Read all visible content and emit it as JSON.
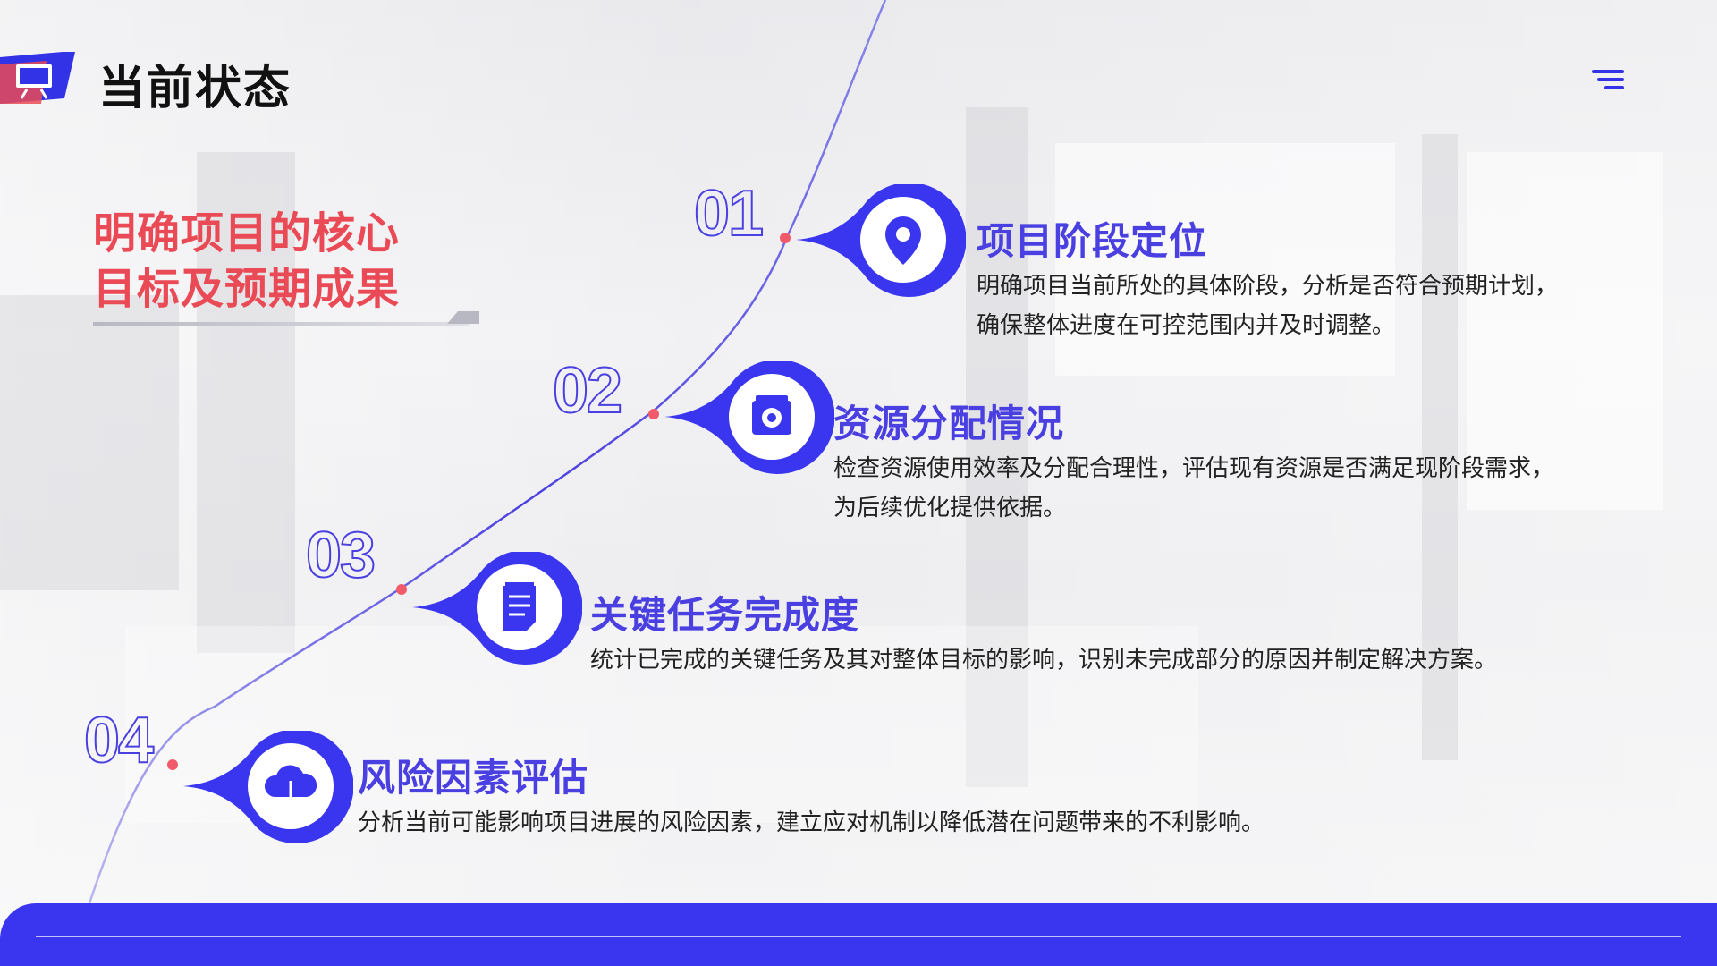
{
  "header": {
    "title": "当前状态"
  },
  "headline": {
    "line1": "明确项目的核心",
    "line2": "目标及预期成果"
  },
  "items": [
    {
      "number": "01",
      "title": "项目阶段定位",
      "desc_line1": "明确项目当前所处的具体阶段，分析是否符合预期计划，",
      "desc_line2": "确保整体进度在可控范围内并及时调整。",
      "icon": "location-pin-icon"
    },
    {
      "number": "02",
      "title": "资源分配情况",
      "desc_line1": "检查资源使用效率及分配合理性，评估现有资源是否满足现阶段需求，",
      "desc_line2": "为后续优化提供依据。",
      "icon": "settings-box-icon"
    },
    {
      "number": "03",
      "title": "关键任务完成度",
      "desc_line1": "统计已完成的关键任务及其对整体目标的影响，识别未完成部分的原因并制定解决方案。",
      "desc_line2": "",
      "icon": "document-icon"
    },
    {
      "number": "04",
      "title": "风险因素评估",
      "desc_line1": "分析当前可能影响项目进展的风险因素，建立应对机制以降低潜在问题带来的不利影响。",
      "desc_line2": "",
      "icon": "cloud-download-icon"
    }
  ],
  "colors": {
    "accent": "#4a3fe0",
    "headline": "#ea4a55",
    "footer": "#3a35ee",
    "dot": "#f05a6a"
  }
}
